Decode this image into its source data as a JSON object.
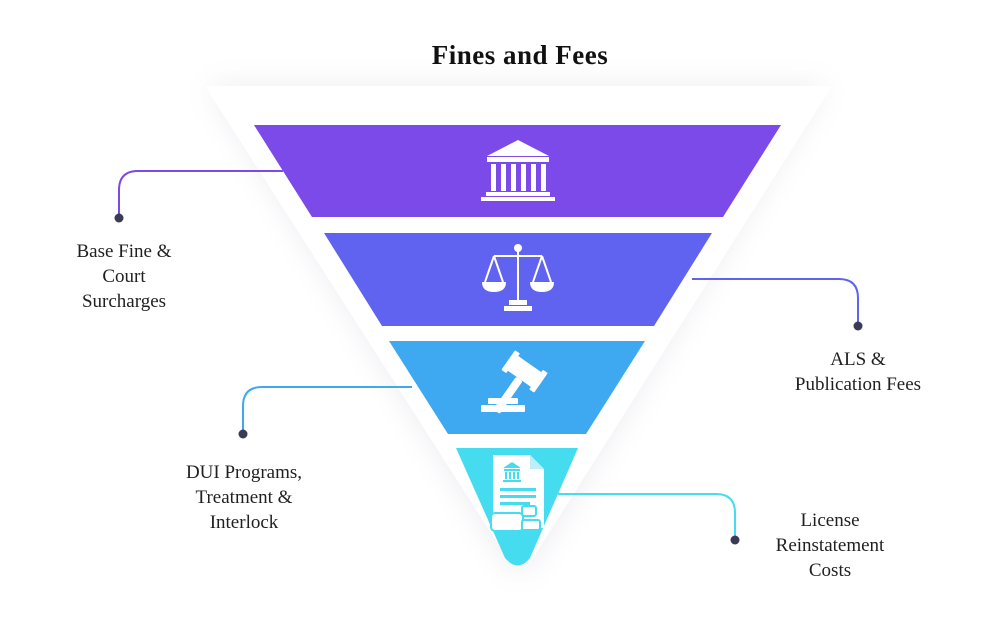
{
  "title": "Fines and Fees",
  "colors": {
    "tier1": "#7b4ae8",
    "tier2": "#6063ef",
    "tier3": "#3ea8f0",
    "tier4": "#46dcef",
    "connector1": "#7b4ae8",
    "connector2": "#6063ef",
    "connector3": "#3ea8f0",
    "connector4": "#46dcef",
    "dot": "#3b3b55"
  },
  "tiers": [
    {
      "icon": "courthouse-icon",
      "label_lines": [
        "Base Fine &",
        "Court",
        "Surcharges"
      ]
    },
    {
      "icon": "scales-of-justice-icon",
      "label_lines": [
        "ALS &",
        "Publication Fees"
      ]
    },
    {
      "icon": "gavel-icon",
      "label_lines": [
        "DUI Programs,",
        "Treatment &",
        "Interlock"
      ]
    },
    {
      "icon": "document-certificate-icon",
      "label_lines": [
        "License",
        "Reinstatement",
        "Costs"
      ]
    }
  ]
}
